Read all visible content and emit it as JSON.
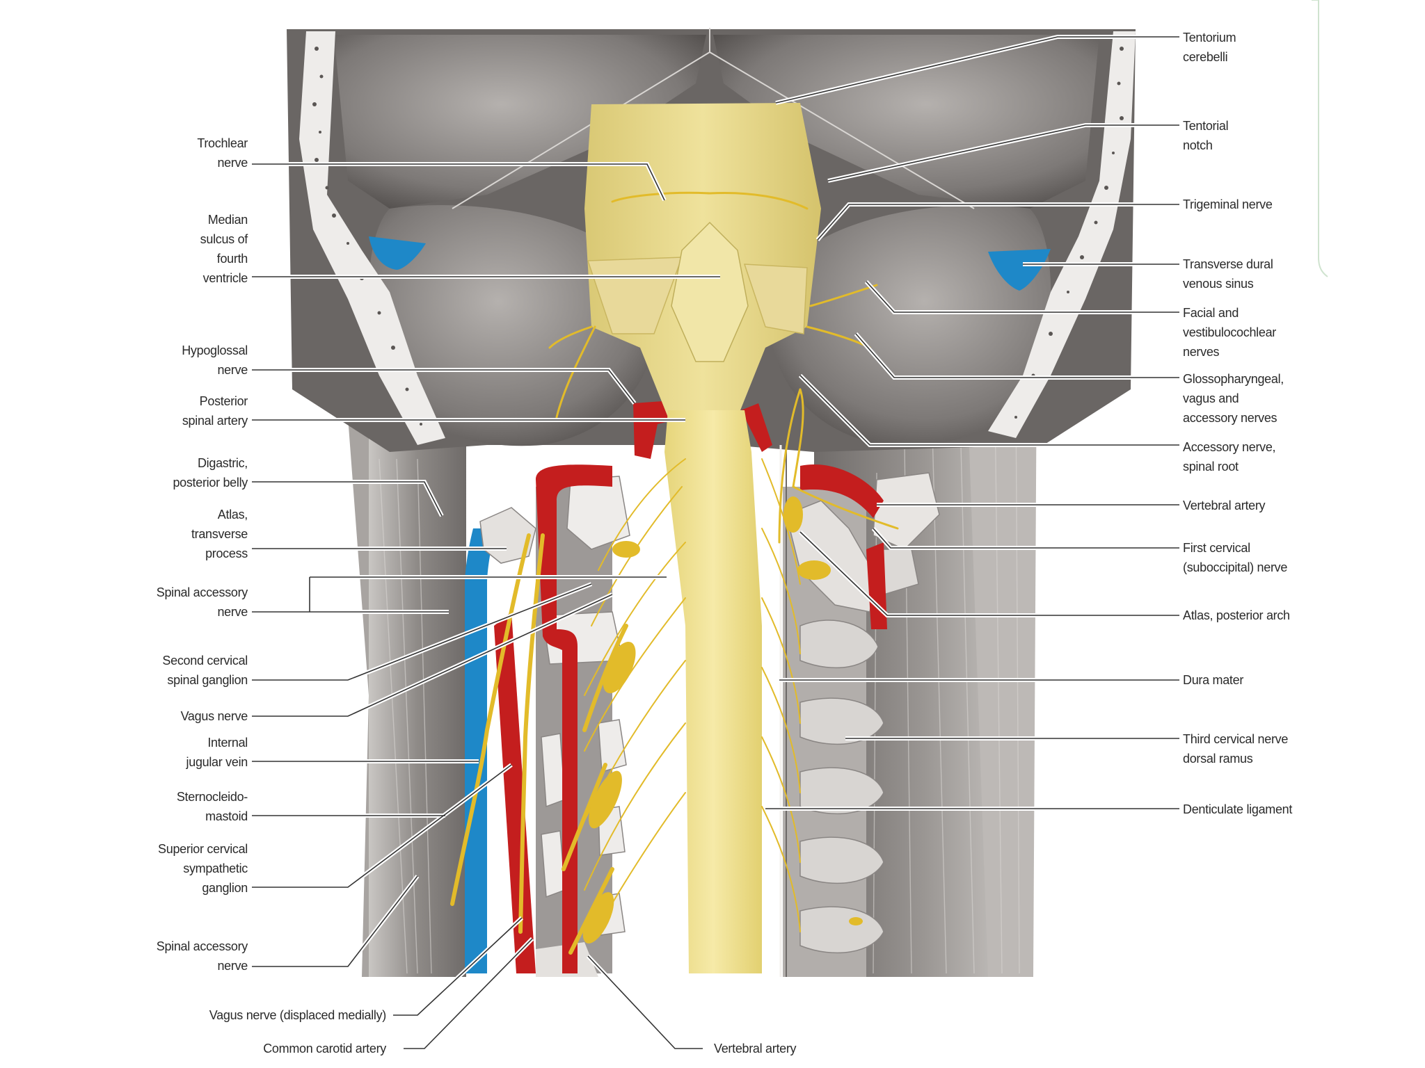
{
  "figure": {
    "colors": {
      "background": "#ffffff",
      "bone_gray": "#8f8b88",
      "dark_gray": "#5e5a58",
      "muscle_gray": "#a09c99",
      "nerve_yellow": "#e7c33a",
      "cord_pale": "#f0e39a",
      "artery_red": "#c41e1e",
      "vein_blue": "#1e88c8",
      "leader_line": "#333333"
    },
    "labels_left": [
      {
        "id": "trochlear-nerve",
        "text": "Trochlear\nnerve"
      },
      {
        "id": "median-sulcus",
        "text": "Median\nsulcus of\nfourth\nventricle"
      },
      {
        "id": "hypoglossal-nerve",
        "text": "Hypoglossal\nnerve"
      },
      {
        "id": "posterior-spinal-artery",
        "text": "Posterior\nspinal artery"
      },
      {
        "id": "digastric-posterior-belly",
        "text": "Digastric,\nposterior belly"
      },
      {
        "id": "atlas-transverse-process",
        "text": "Atlas,\ntransverse\nprocess"
      },
      {
        "id": "spinal-accessory-nerve-upper",
        "text": "Spinal accessory\nnerve"
      },
      {
        "id": "second-cervical-ganglion",
        "text": "Second cervical\nspinal ganglion"
      },
      {
        "id": "vagus-nerve",
        "text": "Vagus nerve"
      },
      {
        "id": "internal-jugular-vein",
        "text": "Internal\njugular vein"
      },
      {
        "id": "sternocleidomastoid",
        "text": "Sternocleido-\nmastoid"
      },
      {
        "id": "superior-cervical-ganglion",
        "text": "Superior cervical\nsympathetic\nganglion"
      },
      {
        "id": "spinal-accessory-nerve-lower",
        "text": "Spinal accessory\nnerve"
      }
    ],
    "labels_bottom": [
      {
        "id": "vagus-displaced",
        "text": "Vagus nerve (displaced medially)"
      },
      {
        "id": "common-carotid-artery",
        "text": "Common carotid artery"
      },
      {
        "id": "vertebral-artery-bottom",
        "text": "Vertebral artery"
      }
    ],
    "labels_right": [
      {
        "id": "tentorium-cerebelli",
        "text": "Tentorium\ncerebelli"
      },
      {
        "id": "tentorial-notch",
        "text": "Tentorial\nnotch"
      },
      {
        "id": "trigeminal-nerve",
        "text": "Trigeminal nerve"
      },
      {
        "id": "transverse-dural-sinus",
        "text": "Transverse dural\nvenous sinus"
      },
      {
        "id": "facial-vestibulocochlear",
        "text": "Facial and\nvestibulocochlear\nnerves"
      },
      {
        "id": "glossopharyngeal-vagus-accessory",
        "text": "Glossopharyngeal,\nvagus and\naccessory nerves"
      },
      {
        "id": "accessory-spinal-root",
        "text": "Accessory nerve,\nspinal root"
      },
      {
        "id": "vertebral-artery-right",
        "text": "Vertebral artery"
      },
      {
        "id": "first-cervical-nerve",
        "text": "First cervical\n(suboccipital) nerve"
      },
      {
        "id": "atlas-posterior-arch",
        "text": "Atlas, posterior arch"
      },
      {
        "id": "dura-mater",
        "text": "Dura mater"
      },
      {
        "id": "third-cervical-dorsal-ramus",
        "text": "Third cervical nerve\ndorsal ramus"
      },
      {
        "id": "denticulate-ligament",
        "text": "Denticulate ligament"
      }
    ]
  }
}
